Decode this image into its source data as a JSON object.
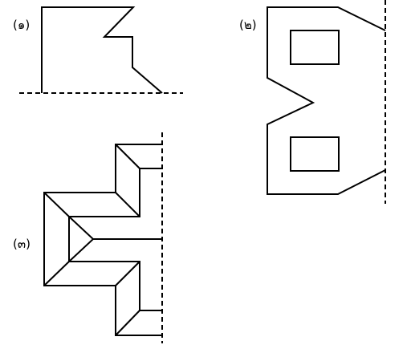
{
  "figures": [
    {
      "id": "fig-1",
      "label": "(๑)"
    },
    {
      "id": "fig-2",
      "label": "(๒)"
    },
    {
      "id": "fig-3",
      "label": "(๓)"
    }
  ]
}
